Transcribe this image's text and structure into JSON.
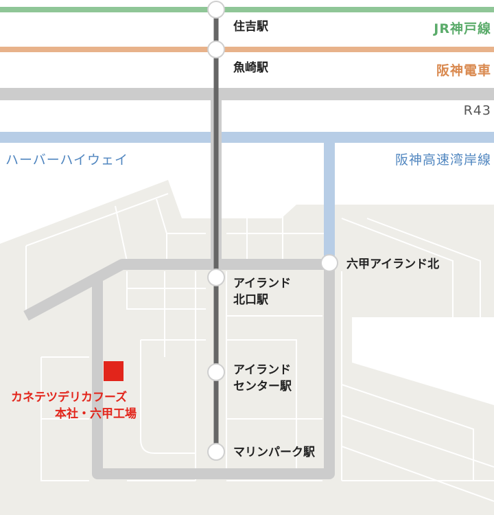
{
  "colors": {
    "jr_line": "#8fc697",
    "hanshin_line": "#e8b28a",
    "road": "#cccccc",
    "expressway": "#b7cde6",
    "new_transit": "#666666",
    "island_land": "#eeede8",
    "block_outline": "#ffffff",
    "label_green": "#5aab6a",
    "label_orange": "#d9894f",
    "label_gray": "#555555",
    "label_blue": "#4f85bf",
    "factory_red": "#e2251b",
    "station_fill": "#ffffff"
  },
  "lines": {
    "jr": "JR神戸線",
    "hanshin": "阪神電車",
    "route": "R43",
    "harbor_highway": "ハーバーハイウェイ",
    "bayshore": "阪神高速湾岸線"
  },
  "stations": {
    "sumiyoshi": "住吉駅",
    "uozaki": "魚崎駅",
    "rokko_island_kita": "六甲アイランド北",
    "island_kitaguchi_1": "アイランド",
    "island_kitaguchi_2": "北口駅",
    "island_center_1": "アイランド",
    "island_center_2": "センター駅",
    "marine_park": "マリンパーク駅"
  },
  "factory": {
    "line1": "カネテツデリカフーズ",
    "line2": "本社・六甲工場"
  }
}
